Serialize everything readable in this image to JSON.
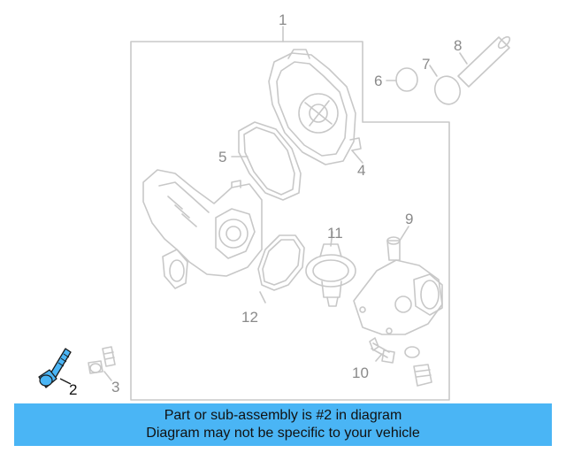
{
  "diagram": {
    "callouts": [
      "1",
      "2",
      "3",
      "4",
      "5",
      "6",
      "7",
      "8",
      "9",
      "10",
      "11",
      "12"
    ],
    "highlighted_part": "2",
    "colors": {
      "outline": "#c8c8c8",
      "highlight_part": "#4ab5f5",
      "highlight_outline": "#1a1a1a"
    }
  },
  "banner": {
    "line1": "Part or sub-assembly is #2 in diagram",
    "line2": "Diagram may not be specific to your vehicle",
    "background": "#4ab5f5"
  }
}
